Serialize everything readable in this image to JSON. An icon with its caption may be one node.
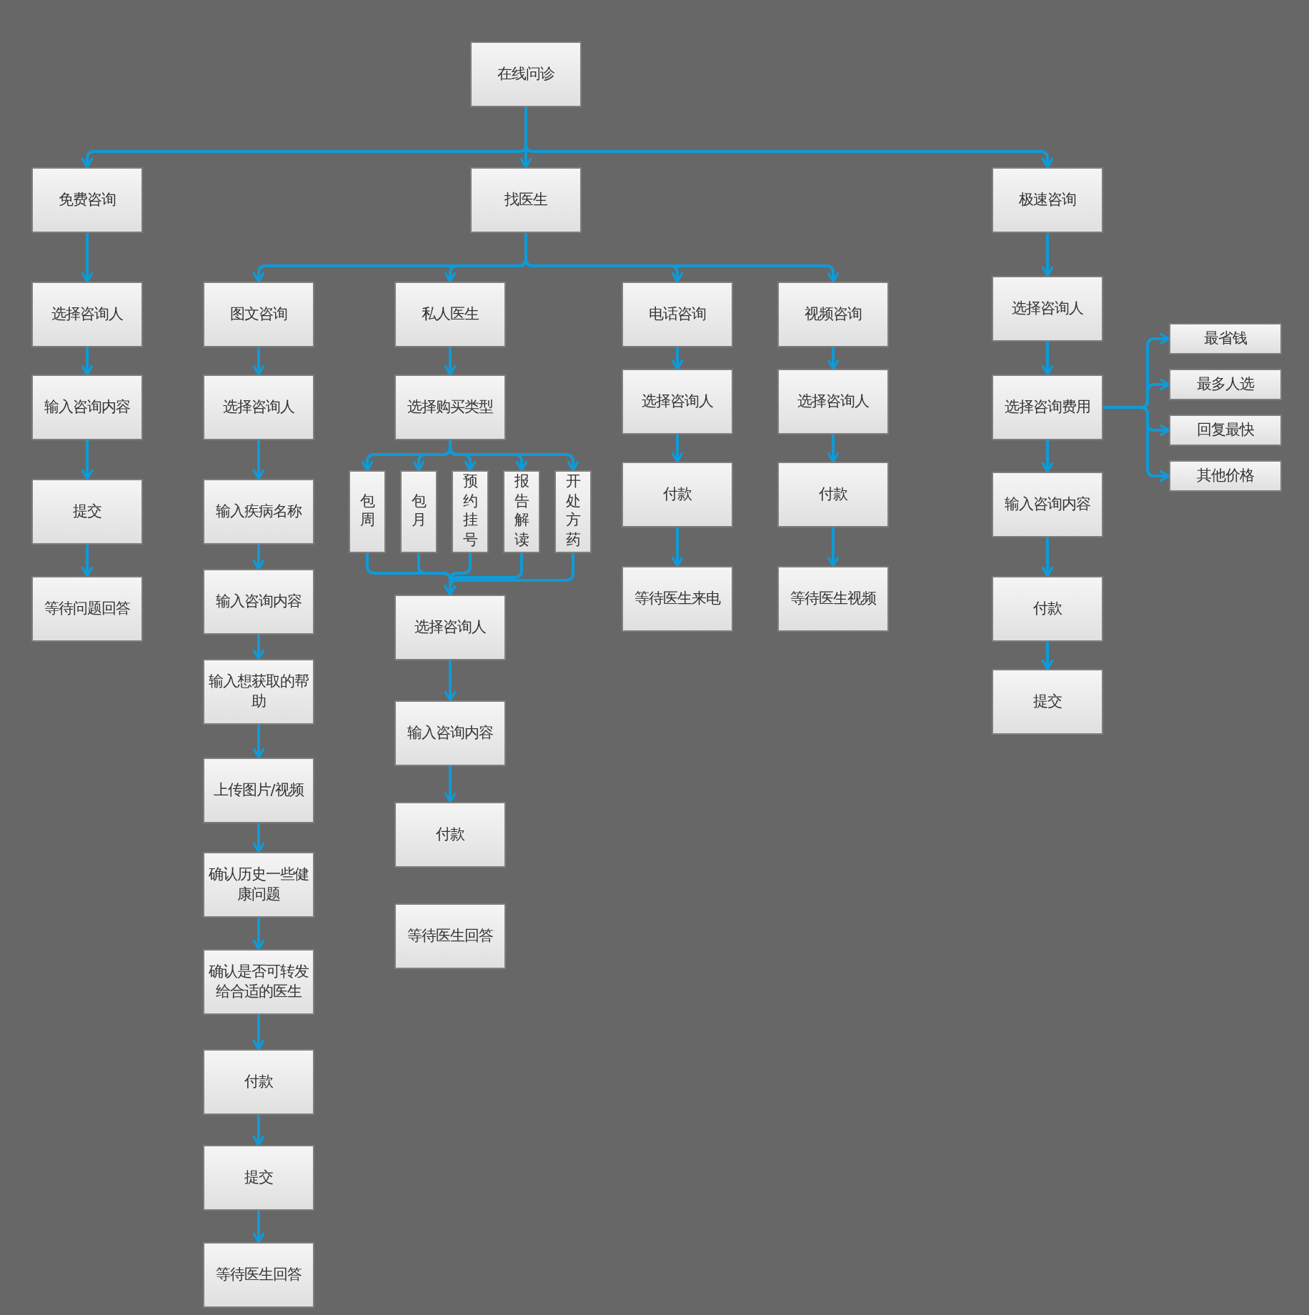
{
  "diagram": {
    "nodes": [
      {
        "text": [
          "在线问诊"
        ]
      },
      {
        "text": [
          "免费咨询"
        ]
      },
      {
        "text": [
          "找医生"
        ]
      },
      {
        "text": [
          "极速咨询"
        ]
      },
      {
        "text": [
          "选择咨询人"
        ]
      },
      {
        "text": [
          "输入咨询内容"
        ]
      },
      {
        "text": [
          "提交"
        ]
      },
      {
        "text": [
          "等待问题回答"
        ]
      },
      {
        "text": [
          "图文咨询"
        ]
      },
      {
        "text": [
          "私人医生"
        ]
      },
      {
        "text": [
          "电话咨询"
        ]
      },
      {
        "text": [
          "视频咨询"
        ]
      },
      {
        "text": [
          "选择咨询人"
        ]
      },
      {
        "text": [
          "输入疾病名称"
        ]
      },
      {
        "text": [
          "输入咨询内容"
        ]
      },
      {
        "text": [
          "输入想获取的帮助"
        ]
      },
      {
        "text": [
          "上传图片/视频"
        ]
      },
      {
        "text": [
          "确认历史一些健康问题"
        ]
      },
      {
        "text": [
          "确认是否可转发给合适的医生"
        ]
      },
      {
        "text": [
          "付款"
        ]
      },
      {
        "text": [
          "提交"
        ]
      },
      {
        "text": [
          "等待医生回答"
        ]
      },
      {
        "text": [
          "选择购买类型"
        ]
      },
      {
        "text": [
          "包周"
        ]
      },
      {
        "text": [
          "包月"
        ]
      },
      {
        "text": [
          "预约挂号"
        ]
      },
      {
        "text": [
          "报告解读"
        ]
      },
      {
        "text": [
          "开处方药"
        ]
      },
      {
        "text": [
          "选择咨询人"
        ]
      },
      {
        "text": [
          "输入咨询内容"
        ]
      },
      {
        "text": [
          "付款"
        ]
      },
      {
        "text": [
          "等待医生回答"
        ]
      },
      {
        "text": [
          "选择咨询人"
        ]
      },
      {
        "text": [
          "付款"
        ]
      },
      {
        "text": [
          "等待医生来电"
        ]
      },
      {
        "text": [
          "选择咨询人"
        ]
      },
      {
        "text": [
          "付款"
        ]
      },
      {
        "text": [
          "等待医生视频"
        ]
      },
      {
        "text": [
          "选择咨询人"
        ]
      },
      {
        "text": [
          "选择咨询费用"
        ]
      },
      {
        "text": [
          "输入咨询内容"
        ]
      },
      {
        "text": [
          "付款"
        ]
      },
      {
        "text": [
          "提交"
        ]
      },
      {
        "text": [
          "最省钱"
        ]
      },
      {
        "text": [
          "最多人选"
        ]
      },
      {
        "text": [
          "回复最快"
        ]
      },
      {
        "text": [
          "其他价格"
        ]
      }
    ],
    "edges": [
      {
        "from": 0,
        "to": 1,
        "arrow": "to"
      },
      {
        "from": 0,
        "to": 2,
        "arrow": "to"
      },
      {
        "from": 0,
        "to": 3,
        "arrow": "to"
      },
      {
        "from": 1,
        "to": 4,
        "arrow": "to"
      },
      {
        "from": 4,
        "to": 5,
        "arrow": "to"
      },
      {
        "from": 5,
        "to": 6,
        "arrow": "to"
      },
      {
        "from": 6,
        "to": 7,
        "arrow": "to"
      },
      {
        "from": 2,
        "to": 8,
        "arrow": "to"
      },
      {
        "from": 2,
        "to": 9,
        "arrow": "to"
      },
      {
        "from": 2,
        "to": 10,
        "arrow": "to"
      },
      {
        "from": 2,
        "to": 11,
        "arrow": "to"
      },
      {
        "from": 8,
        "to": 12,
        "arrow": "to"
      },
      {
        "from": 12,
        "to": 13,
        "arrow": "to"
      },
      {
        "from": 13,
        "to": 14,
        "arrow": "to"
      },
      {
        "from": 14,
        "to": 15,
        "arrow": "to"
      },
      {
        "from": 15,
        "to": 16,
        "arrow": "to"
      },
      {
        "from": 16,
        "to": 17,
        "arrow": "to"
      },
      {
        "from": 17,
        "to": 18,
        "arrow": "to"
      },
      {
        "from": 18,
        "to": 19,
        "arrow": "to"
      },
      {
        "from": 19,
        "to": 20,
        "arrow": "to"
      },
      {
        "from": 20,
        "to": 21,
        "arrow": "to"
      },
      {
        "from": 9,
        "to": 22,
        "arrow": "to"
      },
      {
        "from": 22,
        "to": 23,
        "arrow": "to"
      },
      {
        "from": 22,
        "to": 24,
        "arrow": "to"
      },
      {
        "from": 22,
        "to": 25,
        "arrow": "to"
      },
      {
        "from": 22,
        "to": 26,
        "arrow": "to"
      },
      {
        "from": 22,
        "to": 27,
        "arrow": "to"
      },
      {
        "from": 23,
        "to": 28,
        "arrow": "to"
      },
      {
        "from": 24,
        "to": 28,
        "arrow": "to"
      },
      {
        "from": 25,
        "to": 28,
        "arrow": "to"
      },
      {
        "from": 26,
        "to": 28,
        "arrow": "to"
      },
      {
        "from": 27,
        "to": 28,
        "arrow": "to"
      },
      {
        "from": 28,
        "to": 29,
        "arrow": "to"
      },
      {
        "from": 29,
        "to": 30,
        "arrow": "to"
      },
      {
        "from": 10,
        "to": 32,
        "arrow": "to"
      },
      {
        "from": 32,
        "to": 33,
        "arrow": "to"
      },
      {
        "from": 33,
        "to": 34,
        "arrow": "to"
      },
      {
        "from": 11,
        "to": 35,
        "arrow": "to"
      },
      {
        "from": 35,
        "to": 36,
        "arrow": "to"
      },
      {
        "from": 36,
        "to": 37,
        "arrow": "to"
      },
      {
        "from": 3,
        "to": 38,
        "arrow": "to"
      },
      {
        "from": 38,
        "to": 39,
        "arrow": "to"
      },
      {
        "from": 39,
        "to": 40,
        "arrow": "to"
      },
      {
        "from": 40,
        "to": 41,
        "arrow": "to"
      },
      {
        "from": 41,
        "to": 42,
        "arrow": "to"
      },
      {
        "from": 39,
        "to": 43,
        "arrow": "to"
      },
      {
        "from": 39,
        "to": 44,
        "arrow": "to"
      },
      {
        "from": 39,
        "to": 45,
        "arrow": "to"
      },
      {
        "from": 39,
        "to": 46,
        "arrow": "to"
      }
    ]
  }
}
